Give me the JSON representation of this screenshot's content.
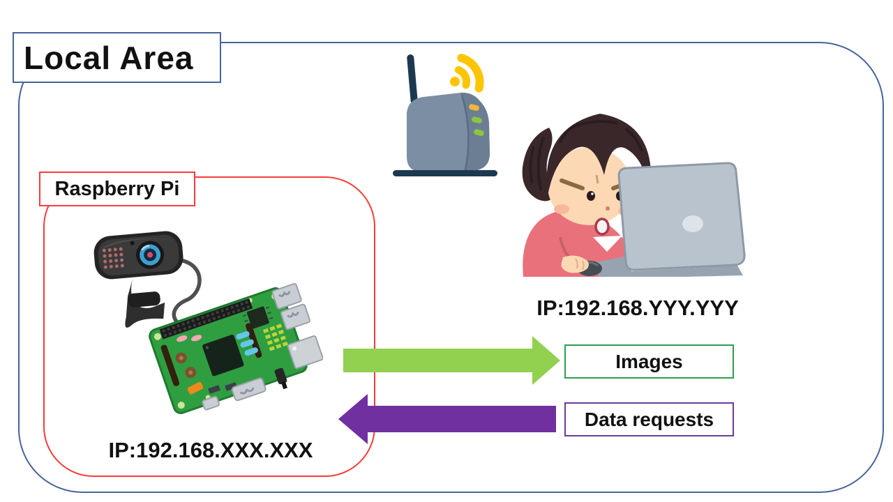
{
  "labels": {
    "local_area": "Local Area",
    "raspberry_pi": "Raspberry Pi",
    "pi_ip": "IP:192.168.XXX.XXX",
    "client_ip": "IP:192.168.YYY.YYY",
    "images": "Images",
    "data_requests": "Data requests"
  },
  "colors": {
    "boundary_blue": "#46639c",
    "boundary_red": "#f93b3b",
    "images_green_border": "#2e9e4f",
    "requests_purple_border": "#6a3a9b",
    "arrow_green": "#92d050",
    "arrow_purple": "#7030a0",
    "wifi_yellow": "#fdc501",
    "router_body": "#7c8ea3",
    "led_yellow": "#f0b73c",
    "led_green": "#8cc63f",
    "pcb_green": "#2f9e41"
  },
  "icons": {
    "wifi": "wifi-signal-icon",
    "router": "wifi-router",
    "webcam": "usb-webcam",
    "board": "raspberry-pi-board",
    "user": "person-using-laptop"
  }
}
